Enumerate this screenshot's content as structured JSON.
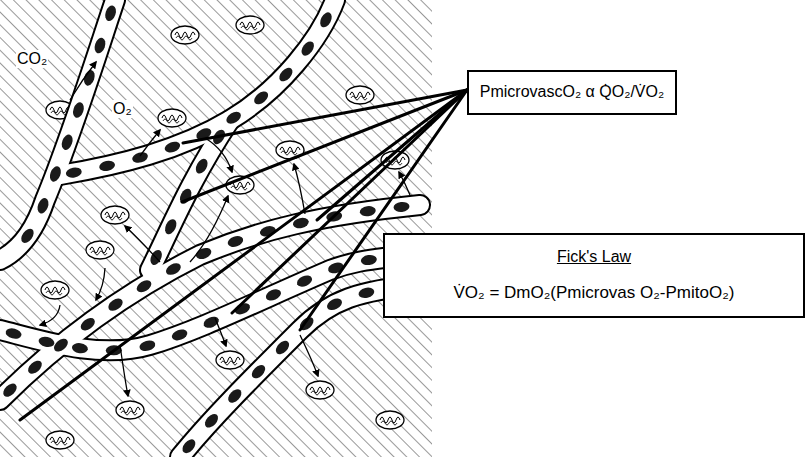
{
  "diagram": {
    "nodes": [
      {
        "text": [
          "PmicrovascO₂ α Q̇O₂/V̇O₂"
        ]
      },
      {
        "text": [
          "Fick's Law",
          "V̇O₂ = DmO₂(Pmicrovas O₂-PmitoO₂)"
        ]
      }
    ],
    "labels": [
      "CO₂",
      "O₂"
    ]
  }
}
